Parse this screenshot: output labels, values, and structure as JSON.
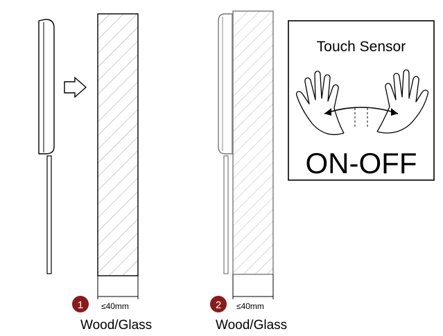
{
  "step1": {
    "number": "1",
    "thickness": "≤40mm",
    "material": "Wood/Glass"
  },
  "step2": {
    "number": "2",
    "thickness": "≤40mm",
    "material": "Wood/Glass"
  },
  "sensor_box": {
    "title": "Touch Sensor",
    "action": "ON-OFF"
  },
  "colors": {
    "badge": "#8b1a1a",
    "line": "#000000",
    "hatch": "#888888"
  }
}
